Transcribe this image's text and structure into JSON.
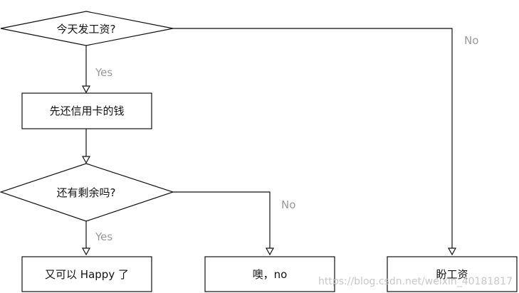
{
  "diagram": {
    "nodes": [
      {
        "id": "payday",
        "shape": "diamond",
        "label": "今天发工资?"
      },
      {
        "id": "pay_card",
        "shape": "rect",
        "label": "先还信用卡的钱"
      },
      {
        "id": "remaining",
        "shape": "diamond",
        "label": "还有剩余吗?"
      },
      {
        "id": "happy",
        "shape": "rect",
        "label": "又可以 Happy 了"
      },
      {
        "id": "oh_no",
        "shape": "rect",
        "label": "噢，no"
      },
      {
        "id": "wait_pay",
        "shape": "rect",
        "label": "盼工资"
      }
    ],
    "edges": [
      {
        "from": "payday",
        "to": "pay_card",
        "label": "Yes"
      },
      {
        "from": "pay_card",
        "to": "remaining",
        "label": ""
      },
      {
        "from": "remaining",
        "to": "happy",
        "label": "Yes"
      },
      {
        "from": "remaining",
        "to": "oh_no",
        "label": "No"
      },
      {
        "from": "payday",
        "to": "wait_pay",
        "label": "No"
      }
    ]
  },
  "watermark": "https://blog.csdn.net/weixin_40181817",
  "colors": {
    "line": "#111111",
    "edge_label": "#999999",
    "watermark": "#c8c8c8"
  }
}
